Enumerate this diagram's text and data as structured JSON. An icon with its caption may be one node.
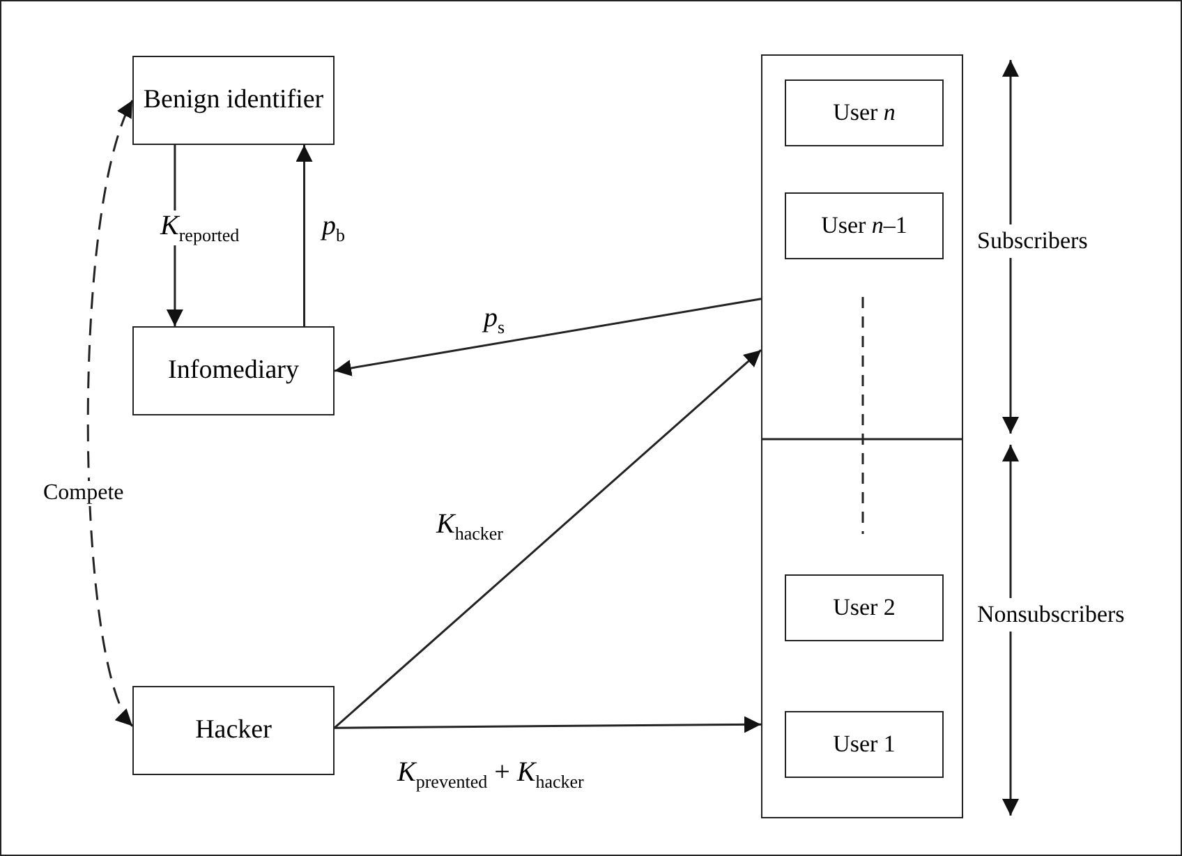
{
  "diagram": {
    "nodes": [
      {
        "text": [
          "Benign identifier"
        ]
      },
      {
        "text": [
          "Infomediary"
        ]
      },
      {
        "text": [
          "Hacker"
        ]
      },
      {
        "text": [],
        "shape": "box"
      },
      {
        "text": [
          "User *n*"
        ],
        "in": 3
      },
      {
        "text": [
          "User *n*–1"
        ],
        "in": 3
      },
      {
        "text": [
          "User 2"
        ],
        "in": 3
      },
      {
        "text": [
          "User 1"
        ],
        "in": 3
      }
    ],
    "edges": [
      {
        "from": 0,
        "to": 1,
        "arrow": "to",
        "label": "*K*$_{reported}$"
      },
      {
        "from": 1,
        "to": 0,
        "arrow": "to",
        "label": "*p*$_{b}$"
      },
      {
        "from": 3,
        "to": 1,
        "arrow": "to",
        "label": "*p*$_{s}$"
      },
      {
        "from": 2,
        "to": 3,
        "arrow": "to",
        "label": "*K*$_{hacker}$"
      },
      {
        "from": 2,
        "to": 3,
        "arrow": "to",
        "label": "*K*$_{prevented}$ + *K*$_{hacker}$"
      },
      {
        "from": 2,
        "to": 0,
        "arrow": "both",
        "label": "Compete",
        "style": "dashed"
      }
    ],
    "labels": [
      "Subscribers",
      "Nonsubscribers"
    ]
  }
}
